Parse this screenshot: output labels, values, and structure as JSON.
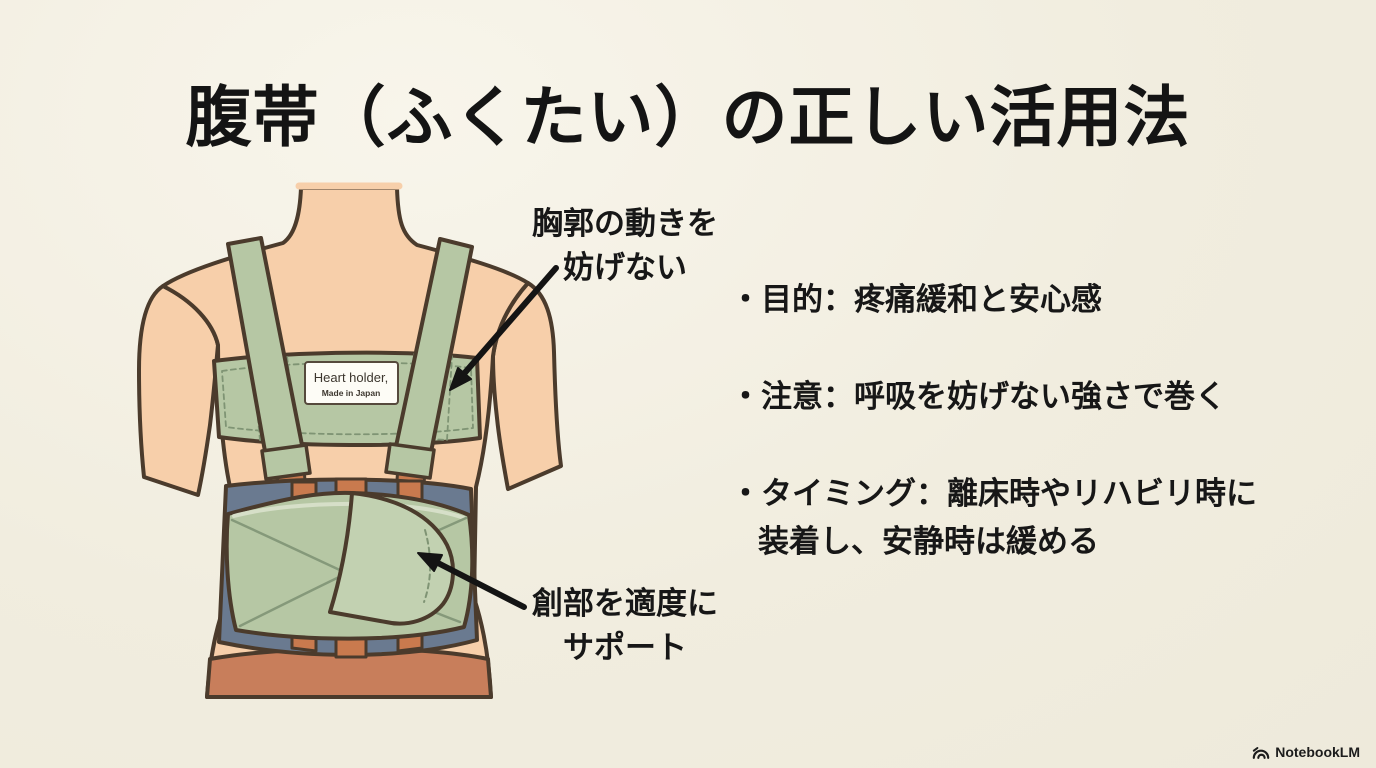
{
  "title": "腹帯（ふくたい）の正しい活用法",
  "figure": {
    "description": "back view of torso wearing abdominal binder with shoulder straps",
    "label": [
      "Heart holder,",
      "Made in Japan"
    ],
    "colors": {
      "background": "#f1eddf",
      "text": "#171717",
      "skin": "#f7cfaa",
      "outline": "#4b3b2c",
      "band_green": "#b6c7a4",
      "band_green_light": "#c2d1b1",
      "stitch_green": "#7f9474",
      "belt_blue": "#6a7a90",
      "strap_orange": "#c97a4e",
      "pants_orange": "#c87e5b",
      "label_bg": "#fdfcf6",
      "arrow_black": "#141414"
    }
  },
  "annotations": [
    {
      "lines": [
        "胸郭の動きを",
        "妨げない"
      ]
    },
    {
      "lines": [
        "創部を適度に",
        "サポート"
      ]
    }
  ],
  "bullets": [
    {
      "lines": [
        "・目的：疼痛緩和と安心感"
      ]
    },
    {
      "lines": [
        "・注意：呼吸を妨げない強さで巻く"
      ]
    },
    {
      "lines": [
        "・タイミング：離床時やリハビリ時に",
        "装着し、安静時は緩める"
      ]
    }
  ],
  "footer": {
    "brand": "NotebookLM",
    "icon": "notebooklm-swirl-icon"
  }
}
